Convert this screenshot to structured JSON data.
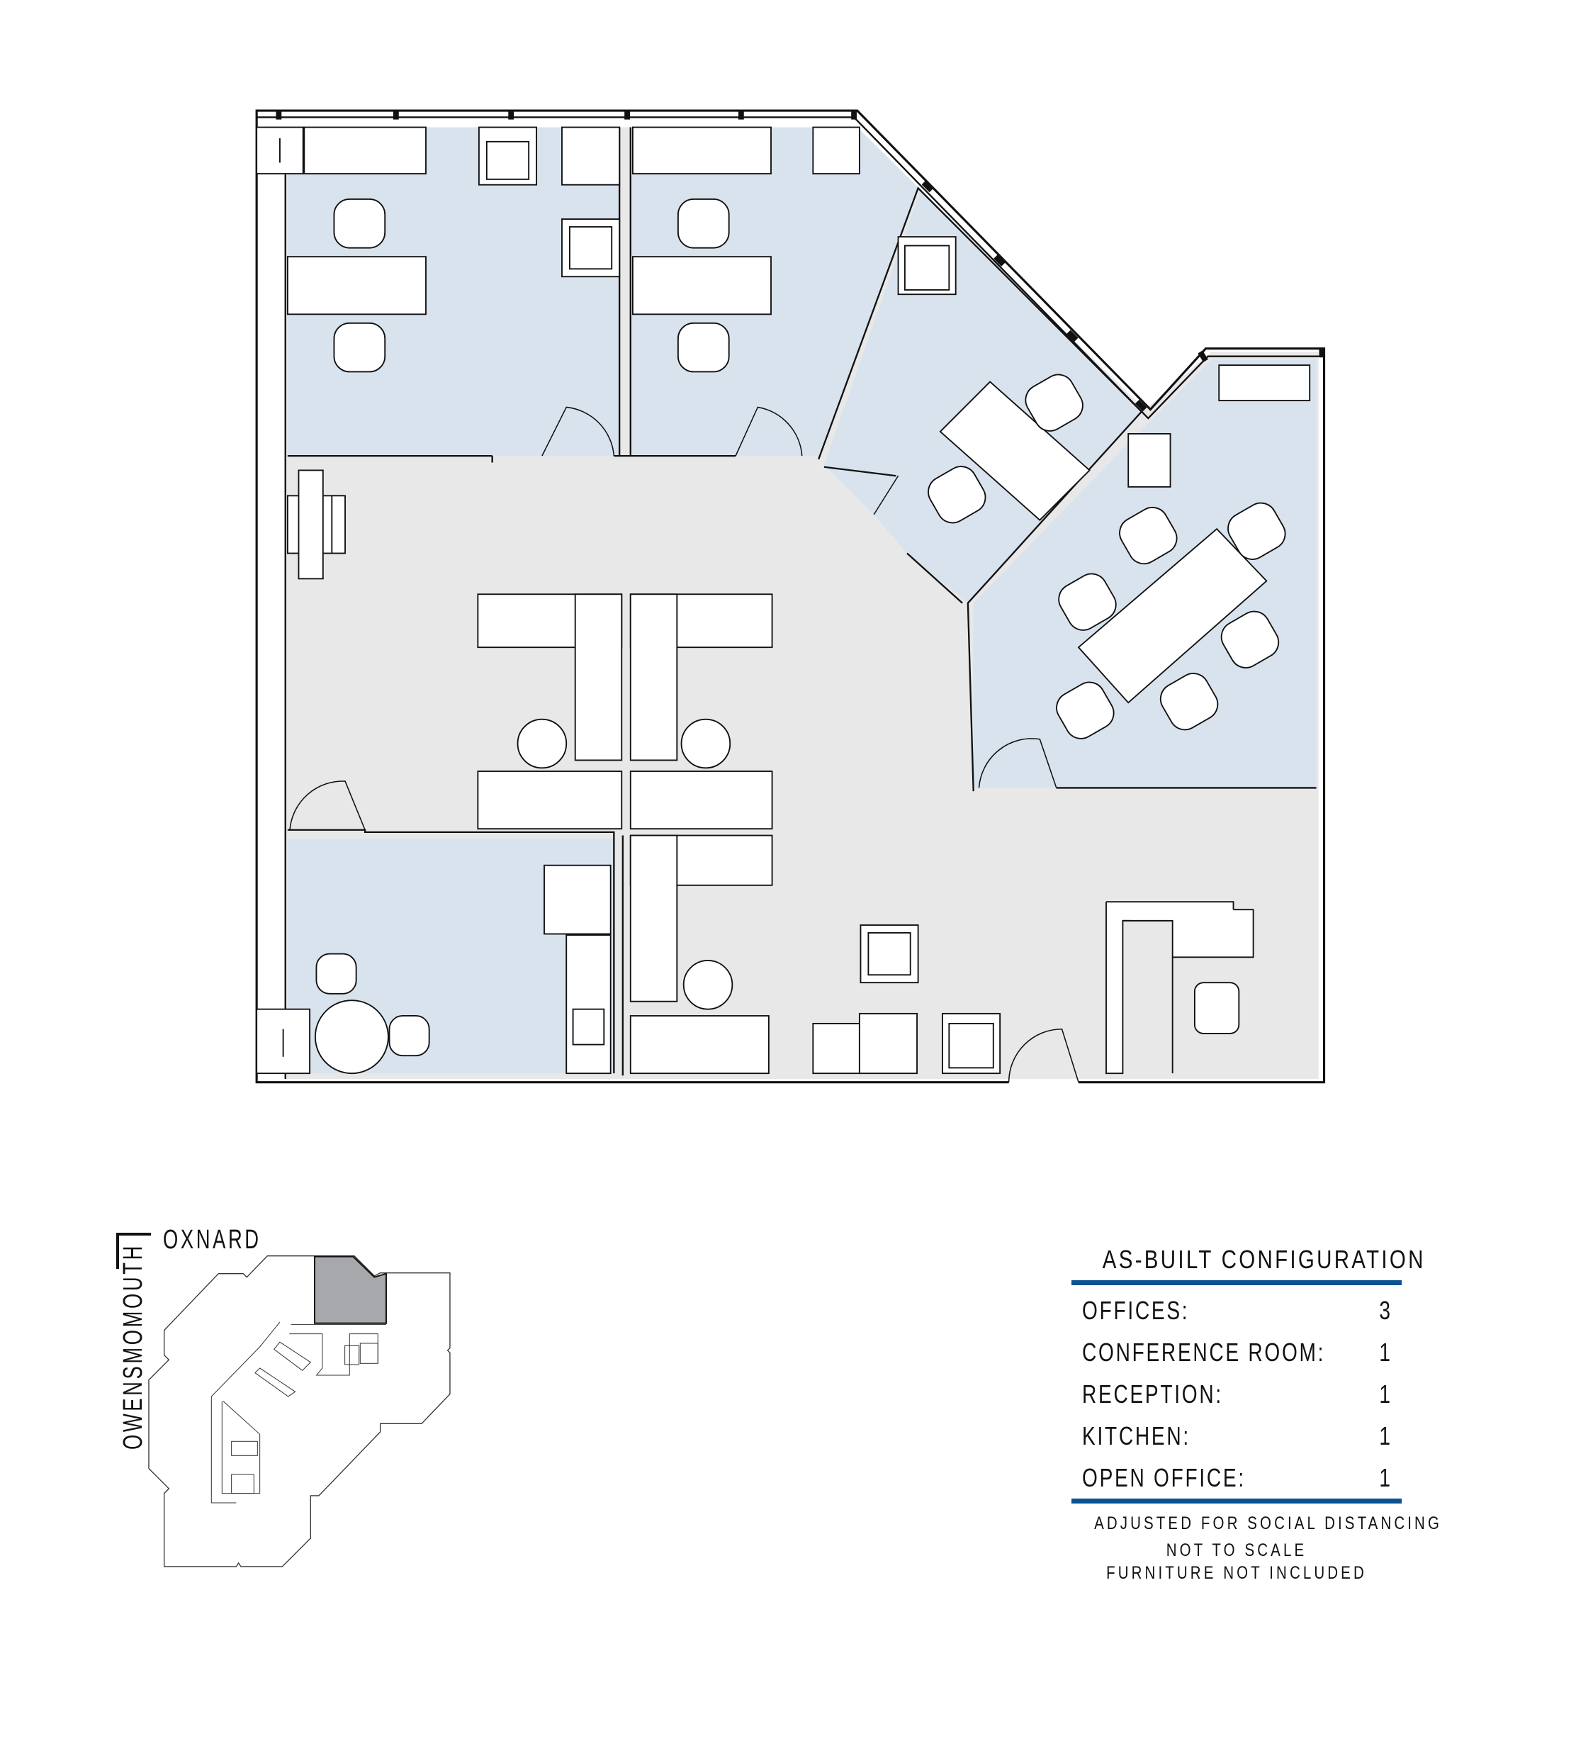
{
  "legend": {
    "title": "AS-BUILT CONFIGURATION",
    "rows": [
      {
        "label": "OFFICES:",
        "value": "3"
      },
      {
        "label": "CONFERENCE ROOM:",
        "value": "1"
      },
      {
        "label": "RECEPTION:",
        "value": "1"
      },
      {
        "label": "KITCHEN:",
        "value": "1"
      },
      {
        "label": "OPEN OFFICE:",
        "value": "1"
      }
    ],
    "notes": [
      "ADJUSTED FOR SOCIAL DISTANCING",
      "NOT TO SCALE",
      "FURNITURE NOT INCLUDED"
    ]
  },
  "key_plan": {
    "street_top": "OXNARD",
    "street_left": "OWENSMOMOUTH"
  },
  "colors": {
    "room_blue": "#d9e3ee",
    "open_gray": "#e8e8e8",
    "accent": "#0a5291",
    "highlight": "#a7a8ab"
  }
}
